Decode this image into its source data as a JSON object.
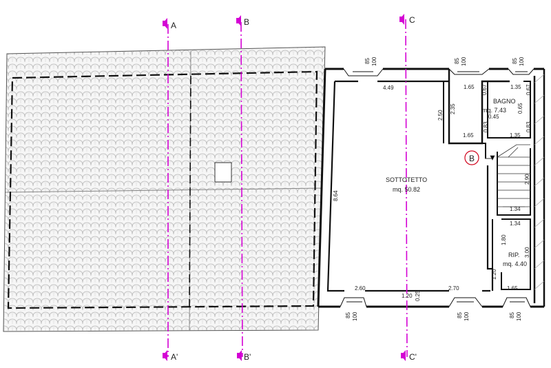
{
  "section_markers": {
    "a_top": "A",
    "a_bottom": "A'",
    "b_top": "B",
    "b_bottom": "B'",
    "c_top": "C",
    "c_bottom": "C'"
  },
  "rooms": {
    "sottotetto": {
      "name": "SOTTOTETTO",
      "area": "mq. 50.82"
    },
    "bagno": {
      "name": "BAGNO",
      "area": "mq. 7.43"
    },
    "ripostiglio": {
      "name": "RIP.",
      "area": "mq. 4.40"
    }
  },
  "stair_marker": "B",
  "windows": {
    "top_1": {
      "w": "85",
      "h": "100"
    },
    "top_2": {
      "w": "85",
      "h": "100"
    },
    "top_3": {
      "w": "85",
      "h": "100"
    },
    "bottom_1": {
      "w": "85",
      "h": "100"
    },
    "bottom_2": {
      "w": "85",
      "h": "100"
    },
    "bottom_3": {
      "w": "85",
      "h": "100"
    }
  },
  "dimensions": {
    "d_449": "4.49",
    "d_250": "2.50",
    "d_235": "2.35",
    "d_864": "8.64",
    "d_165_top": "1.65",
    "d_067_a": "0.67",
    "d_135_top": "1.35",
    "d_067_b": "0.67",
    "d_045": "0.45",
    "d_065": "0.65",
    "d_165_mid": "1.65",
    "d_083_a": "0.83",
    "d_135_mid": "1.35",
    "d_083_b": "0.83",
    "d_290": "2.90",
    "d_134_a": "1.34",
    "d_134_b": "1.34",
    "d_180": "1.80",
    "d_300": "3.00",
    "d_120_v": "1.20",
    "d_260": "2.60",
    "d_120_h": "1.20",
    "d_025": "0.25",
    "d_270": "2.70",
    "d_165_bot": "1.65"
  }
}
